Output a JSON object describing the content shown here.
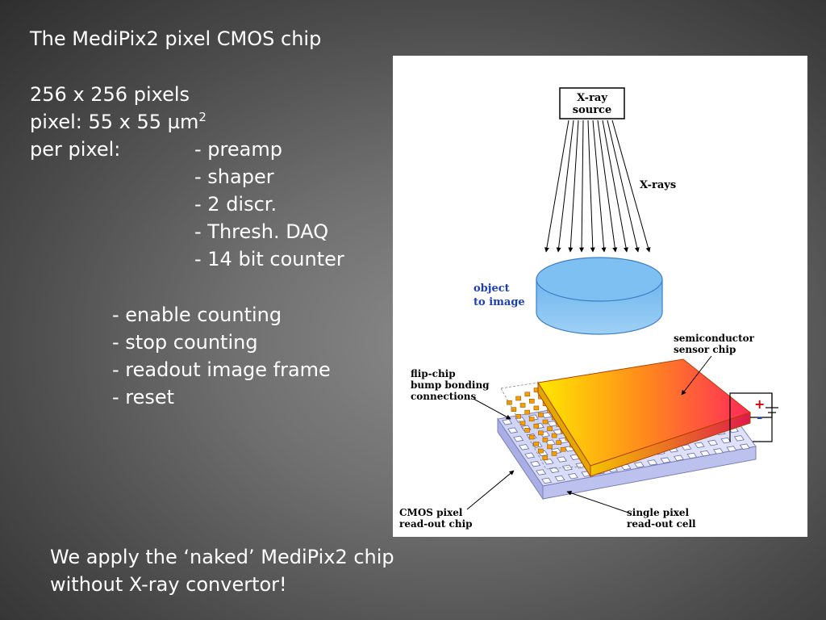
{
  "slide": {
    "title": "The MediPix2 pixel CMOS chip",
    "spec_pixels": "256 x 256 pixels",
    "spec_pixel_size": "pixel: 55 x 55 µm",
    "spec_pixel_size_sup": "2",
    "per_pixel_label": "per pixel:",
    "per_pixel_items": [
      "- preamp",
      "- shaper",
      "- 2 discr.",
      "- Thresh. DAQ",
      "- 14 bit counter"
    ],
    "functions": [
      "- enable counting",
      "- stop counting",
      "- readout image frame",
      "- reset"
    ],
    "footer_line1": "We apply the ‘naked’ MediPix2 chip",
    "footer_line2": "without X-ray convertor!"
  },
  "figure": {
    "xray_source_line1": "X-ray",
    "xray_source_line2": "source",
    "xrays": "X-rays",
    "object_line1": "object",
    "object_line2": "to image",
    "sensor_line1": "semiconductor",
    "sensor_line2": "sensor chip",
    "flipchip_line1": "flip-chip",
    "flipchip_line2": "bump bonding",
    "flipchip_line3": "connections",
    "cmos_line1": "CMOS pixel",
    "cmos_line2": "read-out chip",
    "cell_line1": "single pixel",
    "cell_line2": "read-out cell",
    "plus": "+",
    "minus": "-"
  }
}
